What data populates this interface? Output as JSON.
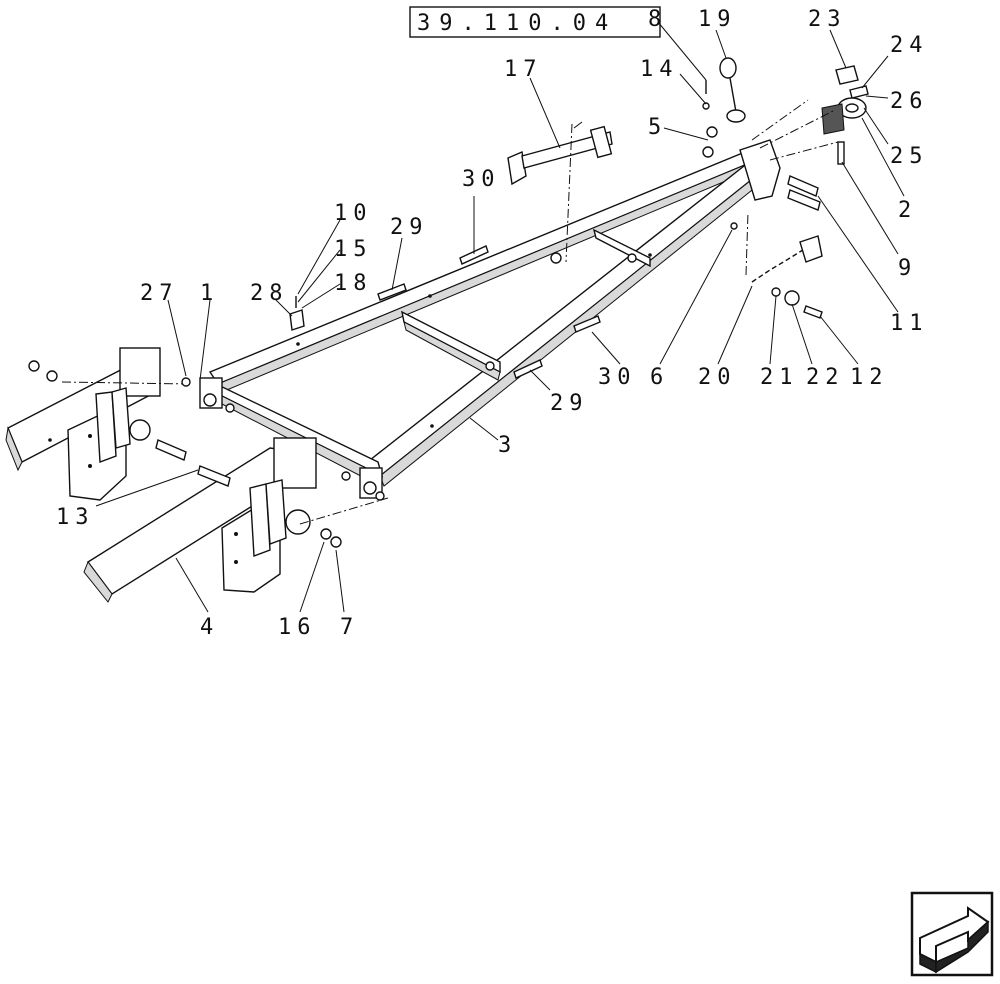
{
  "diagram": {
    "reference_code": "39.110.04",
    "callouts": [
      "8",
      "19",
      "23",
      "24",
      "26",
      "25",
      "2",
      "9",
      "11",
      "12",
      "22",
      "21",
      "20",
      "6",
      "30",
      "3",
      "29",
      "17",
      "14",
      "5",
      "30",
      "29",
      "10",
      "15",
      "18",
      "28",
      "27",
      "1",
      "13",
      "4",
      "16",
      "7"
    ],
    "labels": {
      "l8": "8",
      "l19": "19",
      "l23": "23",
      "l24": "24",
      "l26": "26",
      "l25": "25",
      "l2": "2",
      "l9": "9",
      "l11": "11",
      "l12": "12",
      "l22": "22",
      "l21": "21",
      "l20": "20",
      "l6": "6",
      "l30a": "30",
      "l3": "3",
      "l29a": "29",
      "l17": "17",
      "l14": "14",
      "l5": "5",
      "l30b": "30",
      "l29b": "29",
      "l10": "10",
      "l15": "15",
      "l18": "18",
      "l28": "28",
      "l27": "27",
      "l1": "1",
      "l13": "13",
      "l4": "4",
      "l16": "16",
      "l7": "7"
    },
    "nav_icon": "next-page-arrow-icon"
  }
}
